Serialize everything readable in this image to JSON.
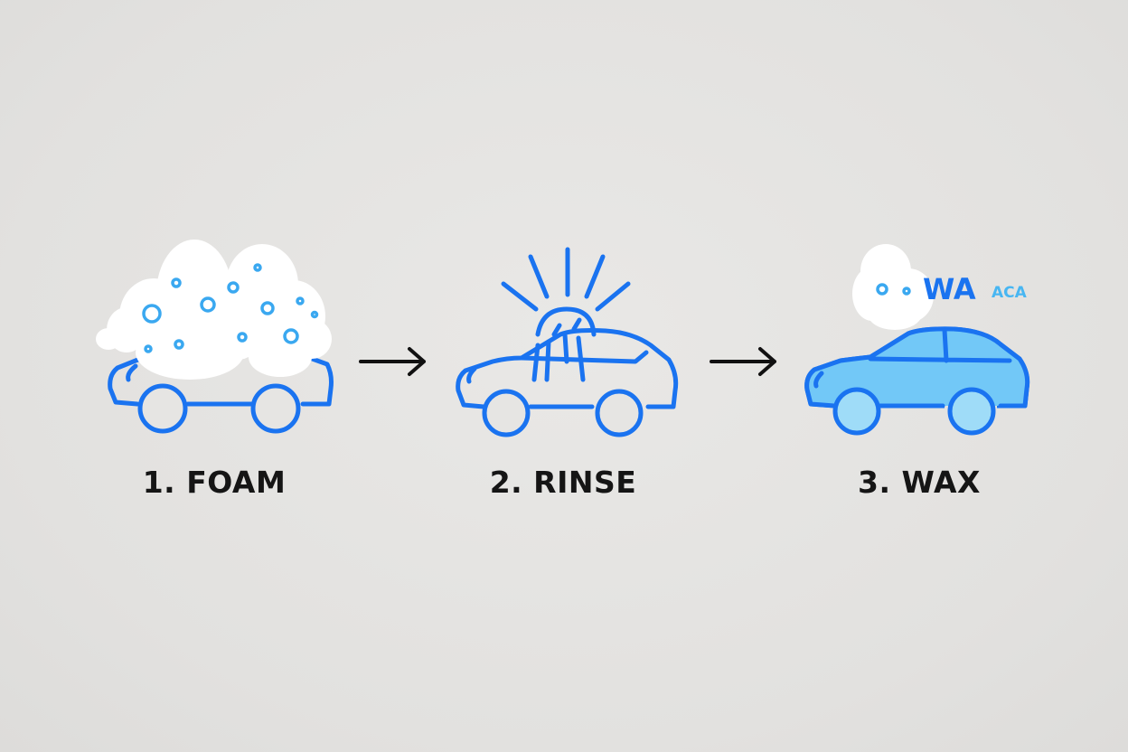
{
  "steps": [
    {
      "id": "foam",
      "label": "1. FOAM",
      "icon": "foamy-car-icon"
    },
    {
      "id": "rinse",
      "label": "2. RINSE",
      "icon": "rinse-car-icon"
    },
    {
      "id": "wax",
      "label": "3. WAX",
      "icon": "waxed-car-icon",
      "badge_text": "WA",
      "badge_subtext": "ACA"
    }
  ],
  "colors": {
    "outline": "#1a73f0",
    "wax_fill": "#72c8f7",
    "foam": "#ffffff",
    "arrow": "#111111",
    "background": "#e4e3e1"
  }
}
